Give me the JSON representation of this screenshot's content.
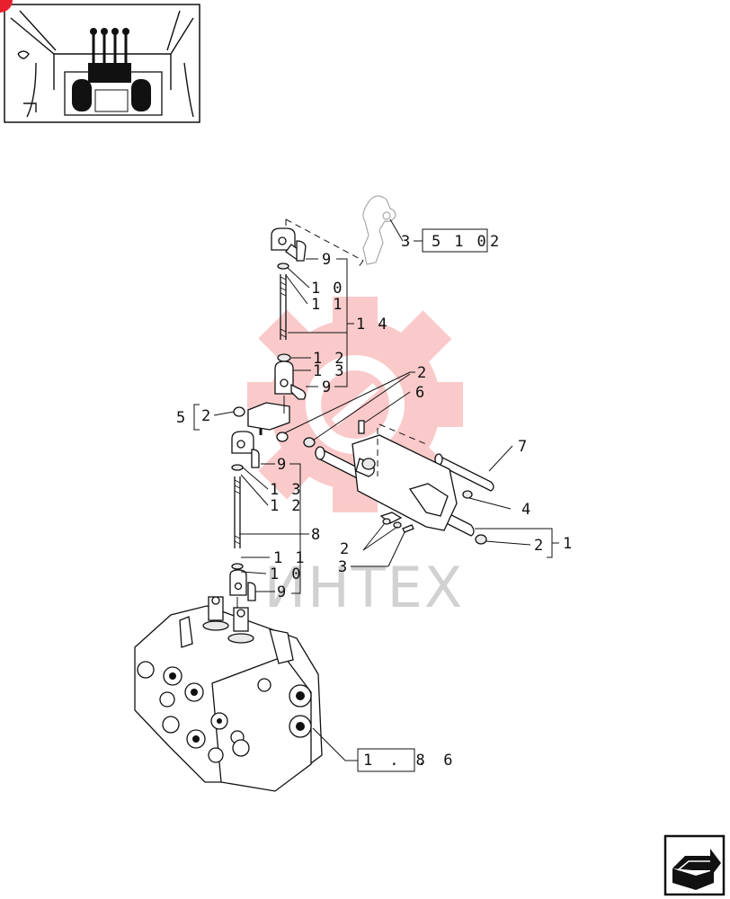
{
  "callouts": {
    "c1": "1",
    "c2a": "2",
    "c2b": "2",
    "c2c": "2",
    "c2d": "2",
    "c3": "3",
    "c4": "4",
    "c5": "5",
    "c6": "6",
    "c7": "7",
    "c8": "8",
    "c9a": "9",
    "c9b": "9",
    "c9c": "9",
    "c9d": "9",
    "c10a": "10",
    "c10b": "10",
    "c11a": "11",
    "c11b": "11",
    "c12a": "12",
    "c12b": "12",
    "c13a": "13",
    "c13b": "13",
    "c14": "14",
    "ref_top_prefix": "3",
    "ref_top_box": "510",
    "ref_top_suffix": "2",
    "ref_valve_box": "1.8",
    "ref_valve_suffix": ".6"
  },
  "watermark": {
    "text": "ИНТЕХ",
    "color": "#f26060"
  },
  "colors": {
    "badge": "#e8202e",
    "ink": "#111111"
  },
  "icons": [
    "cab-view-thumbnail",
    "next-page-arrow-icon"
  ]
}
